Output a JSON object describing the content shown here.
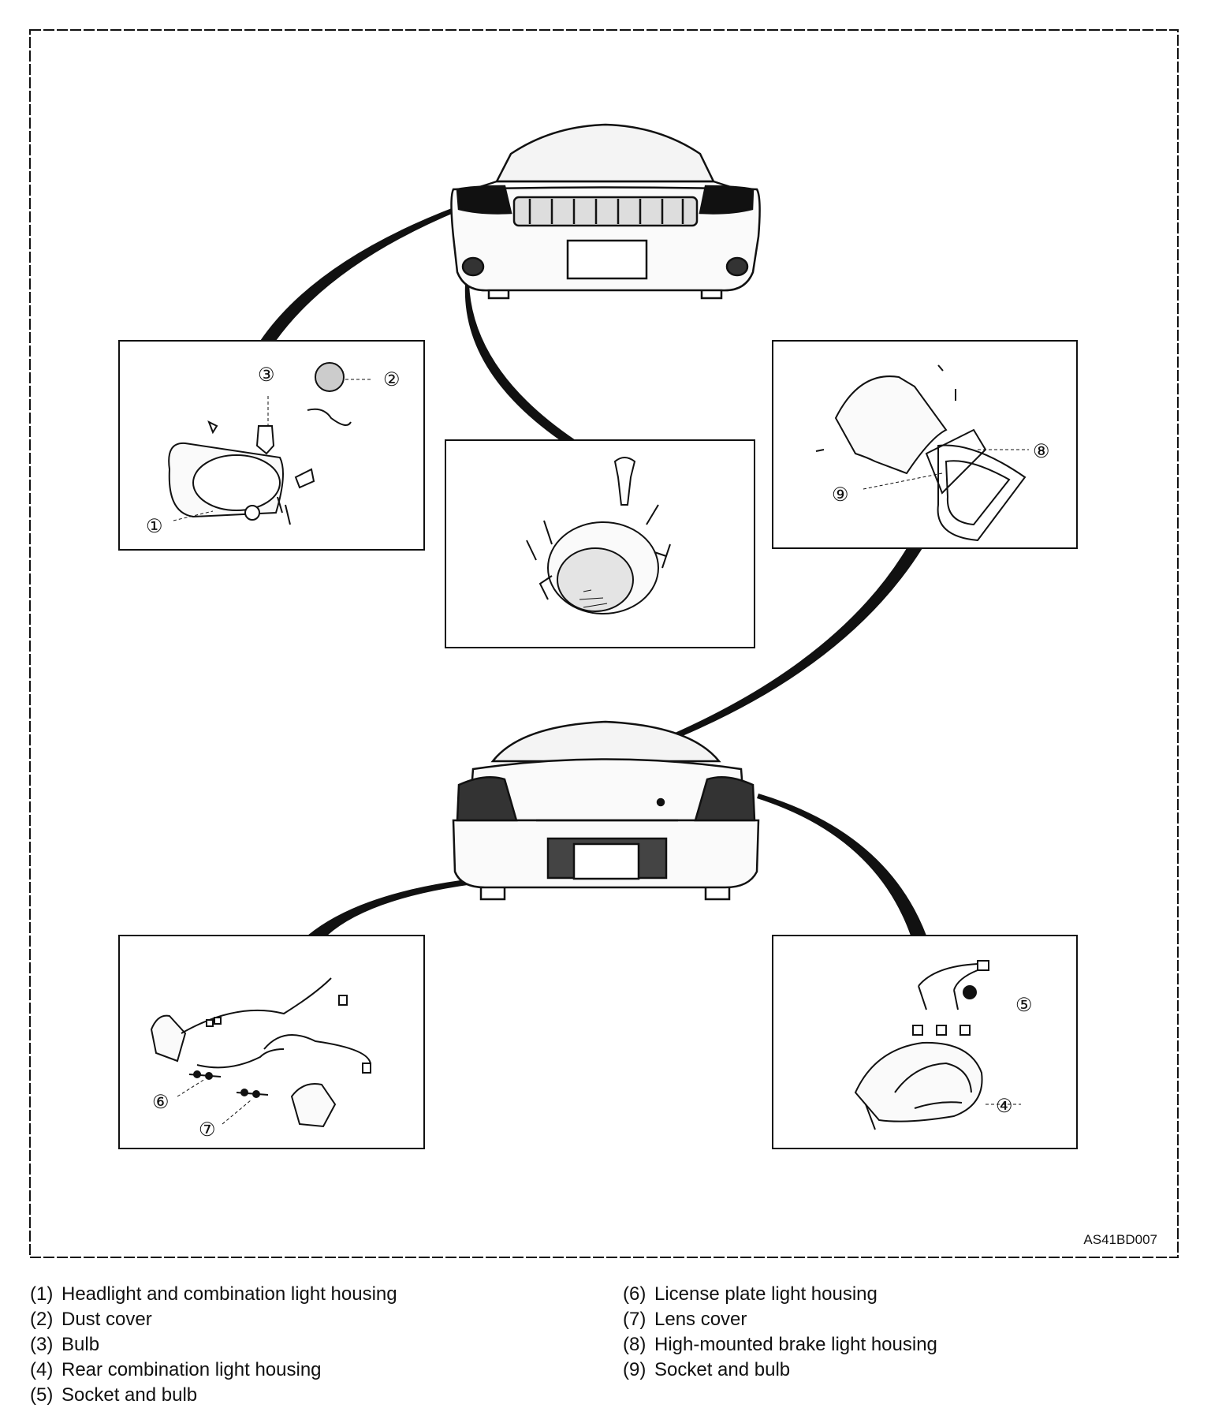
{
  "figure_code": "AS41BD007",
  "callouts": [
    "①",
    "②",
    "③",
    "④",
    "⑤",
    "⑥",
    "⑦",
    "⑧",
    "⑨"
  ],
  "legend": [
    {
      "num": "(1)",
      "text": "Headlight and combination light housing"
    },
    {
      "num": "(2)",
      "text": "Dust cover"
    },
    {
      "num": "(3)",
      "text": "Bulb"
    },
    {
      "num": "(4)",
      "text": "Rear combination light housing"
    },
    {
      "num": "(5)",
      "text": "Socket and bulb"
    },
    {
      "num": "(6)",
      "text": "License plate light housing"
    },
    {
      "num": "(7)",
      "text": "Lens cover"
    },
    {
      "num": "(8)",
      "text": "High-mounted brake light housing"
    },
    {
      "num": "(9)",
      "text": "Socket and bulb"
    }
  ]
}
